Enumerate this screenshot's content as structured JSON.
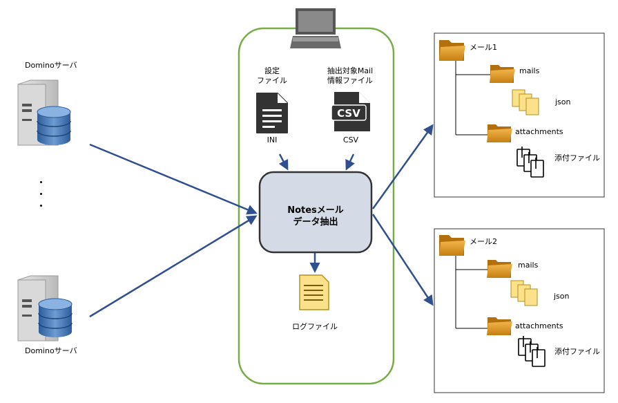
{
  "servers": {
    "top_label": "Dominoサーバ",
    "bottom_label": "Dominoサーバ",
    "ellipsis": "⋮"
  },
  "client": {
    "settings_label": "設定\nファイル",
    "settings_file_type": "INI",
    "target_label": "抽出対象Mail\n情報ファイル",
    "target_file_type": "CSV",
    "process_label": "Notesメール\nデータ抽出",
    "log_label": "ログファイル"
  },
  "outputs": [
    {
      "root": "メール1",
      "mails": "mails",
      "json": "json",
      "attachments": "attachments",
      "attached_files": "添付ファイル"
    },
    {
      "root": "メール2",
      "mails": "mails",
      "json": "json",
      "attachments": "attachments",
      "attached_files": "添付ファイル"
    }
  ],
  "colors": {
    "arrow": "#2f4f8f",
    "container_border": "#77ad47",
    "process_fill": "#d5dbe6",
    "process_border": "#333333",
    "folder": "#d7901f"
  }
}
